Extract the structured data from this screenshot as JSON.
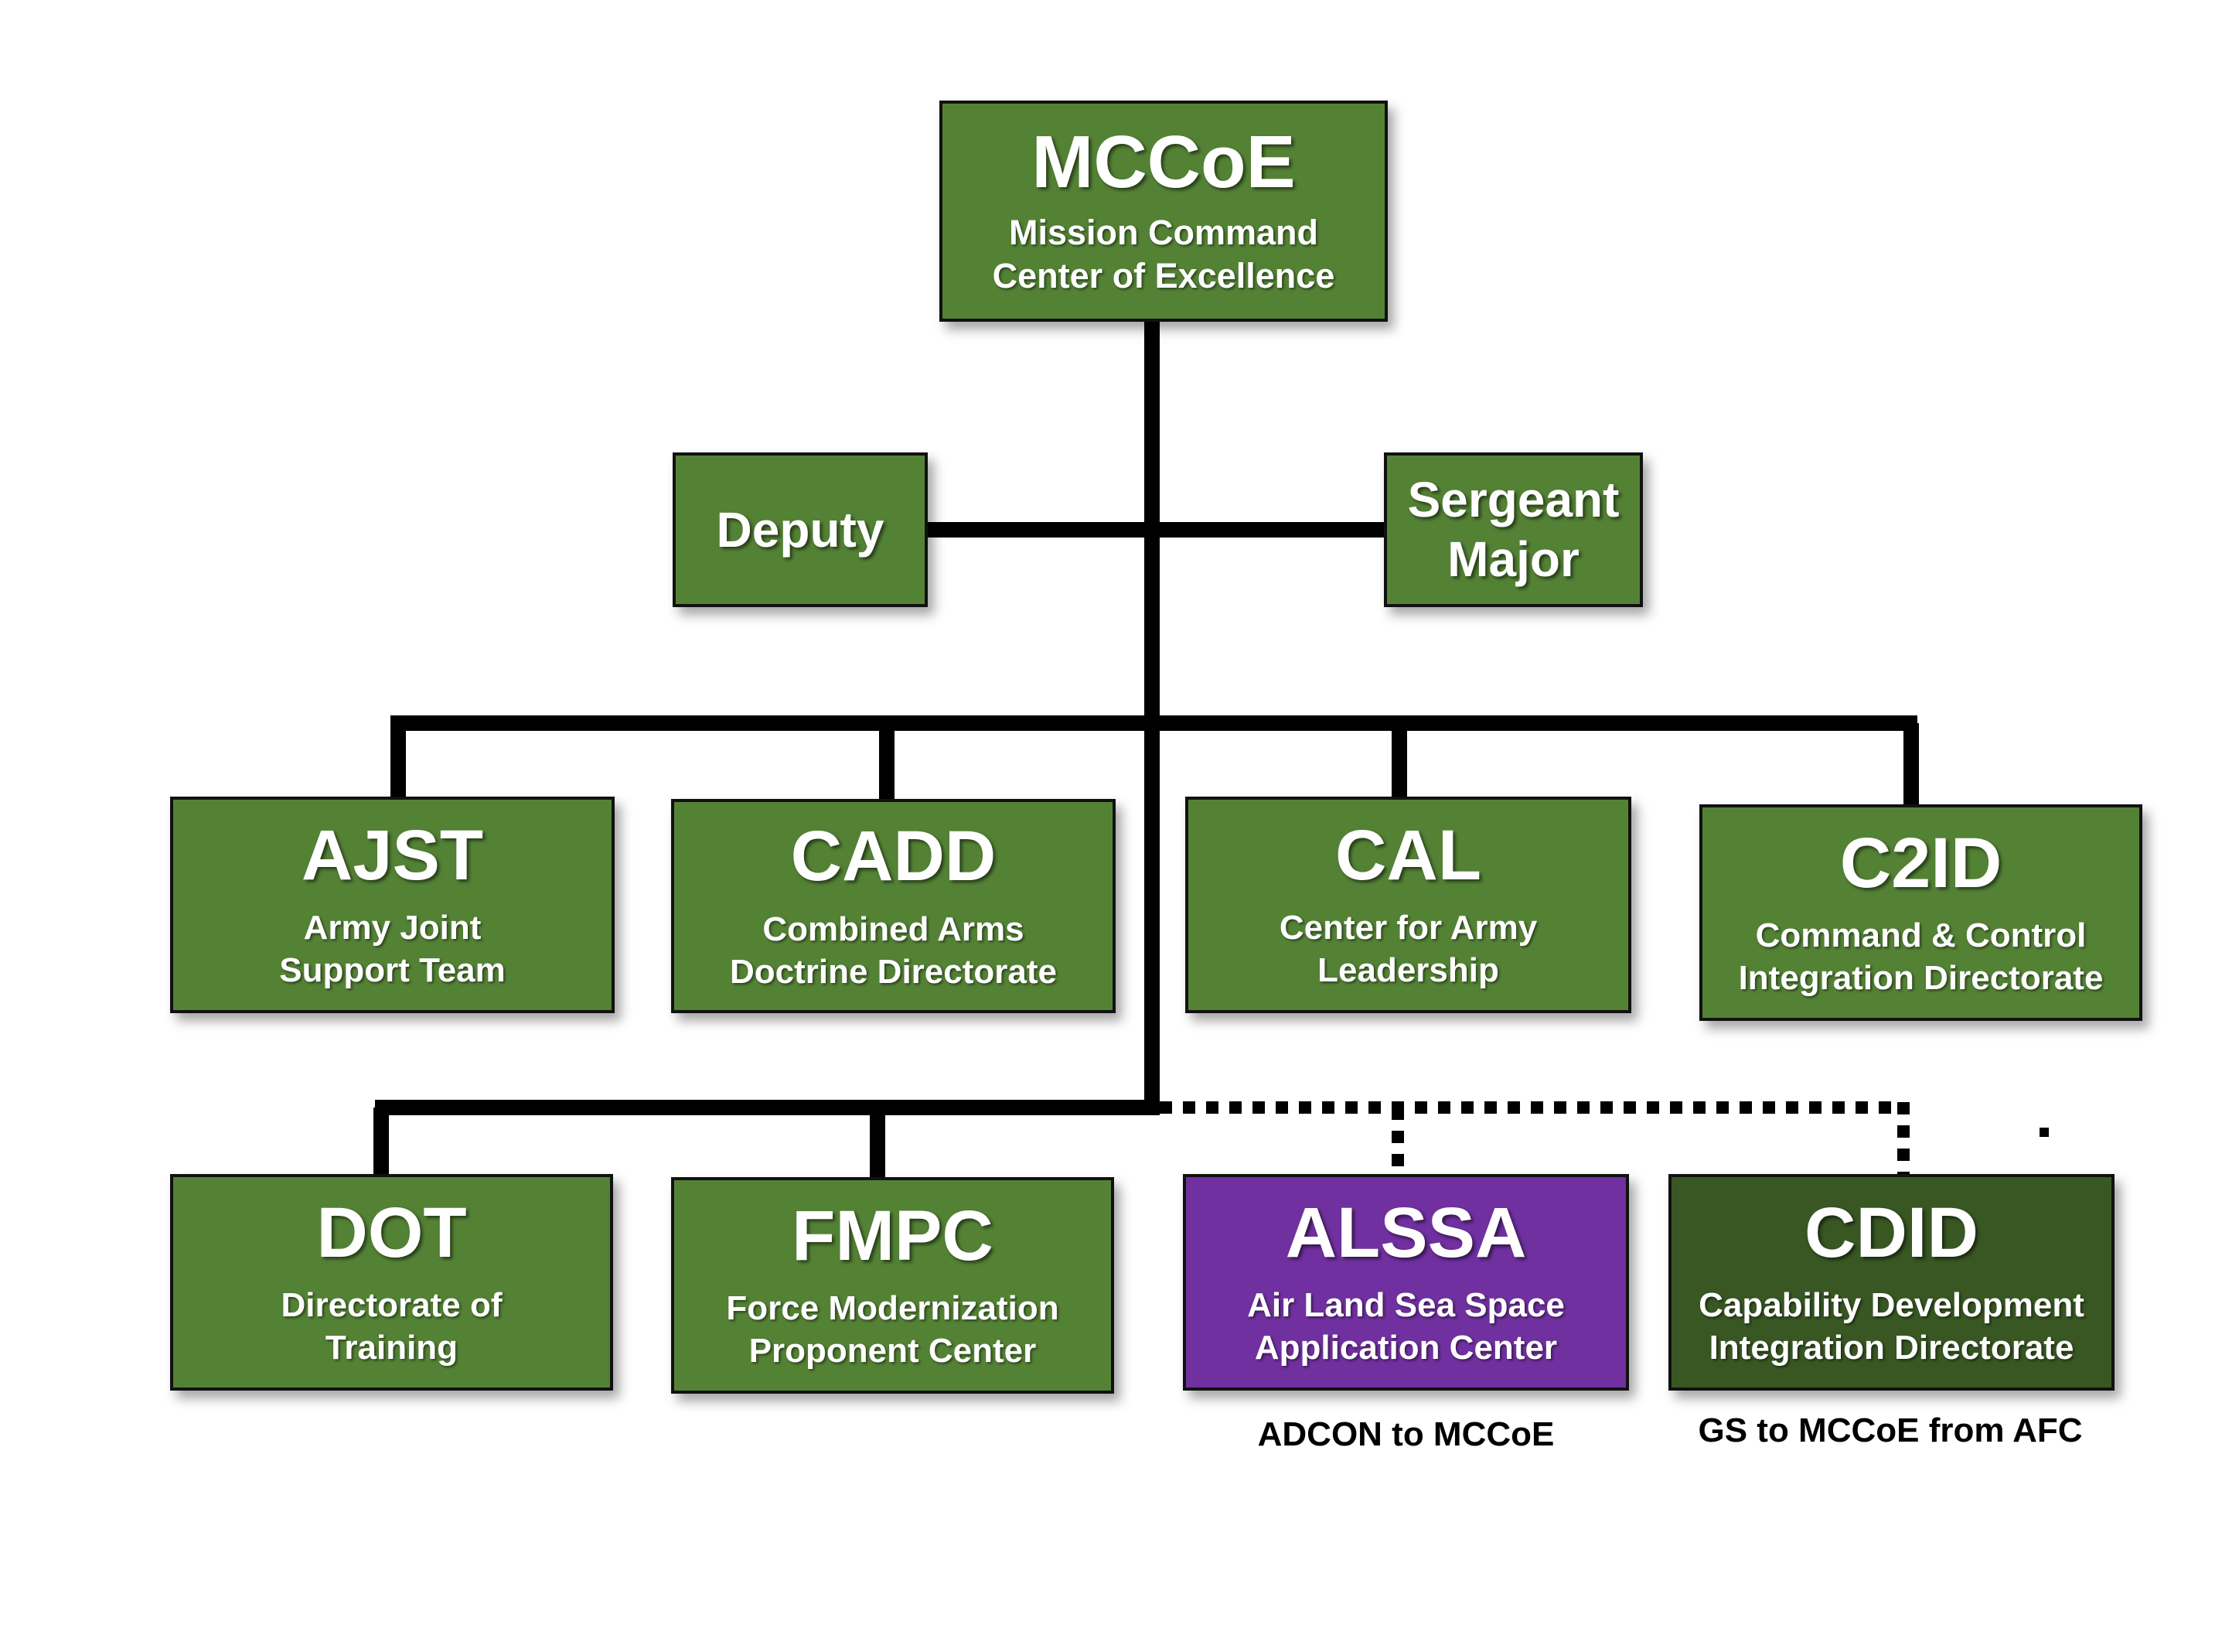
{
  "top": {
    "abbr": "MCCoE",
    "desc": "Mission Command\nCenter of Excellence"
  },
  "deputy": {
    "label": "Deputy"
  },
  "sergeant_major": {
    "label": "Sergeant\nMajor"
  },
  "row1": [
    {
      "abbr": "AJST",
      "desc": "Army Joint\nSupport Team"
    },
    {
      "abbr": "CADD",
      "desc": "Combined Arms\nDoctrine Directorate"
    },
    {
      "abbr": "CAL",
      "desc": "Center for Army\nLeadership"
    },
    {
      "abbr": "C2ID",
      "desc": "Command & Control\nIntegration Directorate"
    }
  ],
  "row2": [
    {
      "abbr": "DOT",
      "desc": "Directorate of\nTraining"
    },
    {
      "abbr": "FMPC",
      "desc": "Force Modernization\nProponent Center"
    },
    {
      "abbr": "ALSSA",
      "desc": "Air Land Sea Space\nApplication Center"
    },
    {
      "abbr": "CDID",
      "desc": "Capability Development\nIntegration Directorate"
    }
  ],
  "notes": {
    "alssa": "ADCON to MCCoE",
    "cdid": "GS to MCCoE from AFC"
  },
  "colors": {
    "green": "#548235",
    "purple": "#7030a0",
    "dark_green": "#385723",
    "line": "#000000"
  }
}
